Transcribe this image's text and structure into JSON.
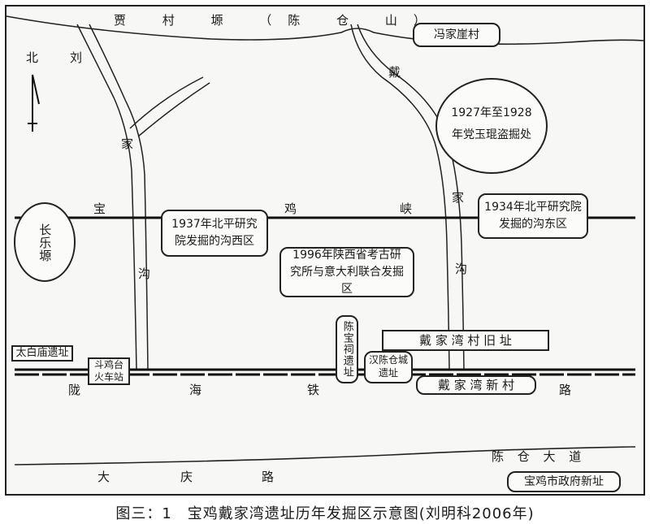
{
  "map": {
    "top_label": "贾 村 塬 （陈 仓 山）",
    "north": "北",
    "liujia_gou": [
      "刘",
      "家",
      "沟"
    ],
    "daijia_gou": [
      "戴",
      "家",
      "沟"
    ],
    "baoji_xia": [
      "宝",
      "鸡",
      "峡"
    ],
    "longhai_tielu": [
      "陇",
      "海",
      "铁"
    ],
    "daqing_lu": [
      "大",
      "庆",
      "路"
    ],
    "chencang_dadao": "陈 仓 大 道",
    "fengjia_yacun": "冯家崖村",
    "changle_yuan": "长乐塬",
    "taibai_miao": "太白庙遗址",
    "doujitai": "斗鸡台火车站",
    "dig_1927": "1927年至1928年党玉琨盗掘处",
    "dig_1934": "1934年北平研究院发掘的沟东区",
    "dig_1937": "1937年北平研究院发掘的沟西区",
    "dig_1996": "1996年陕西省考古研究所与意大利联合发掘区",
    "chen_baoci": "陈宝祠遗址",
    "han_chencang": "汉陈仓城遗址",
    "daijiawan_old": "戴 家 湾 村 旧 址",
    "daijiawan_new": "戴 家 湾 新 村",
    "lu": "路",
    "gov_site": "宝鸡市政府新址"
  },
  "caption": "图三：1　宝鸡戴家湾遗址历年发掘区示意图(刘明科2006年)"
}
